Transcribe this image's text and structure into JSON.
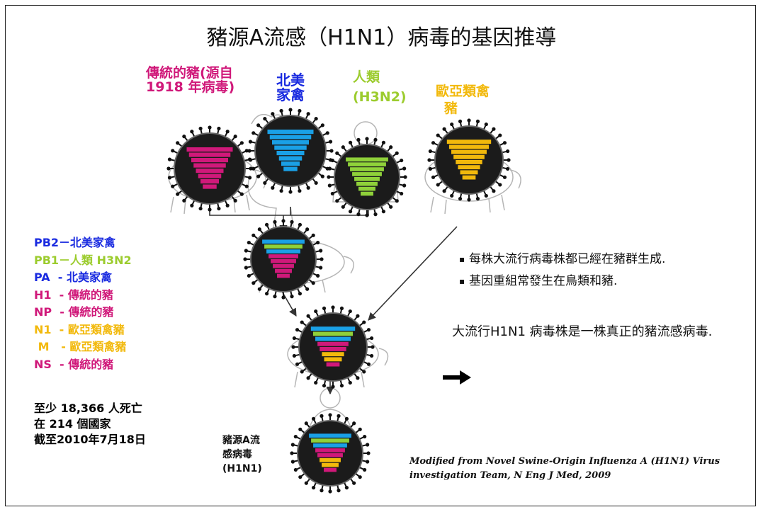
{
  "title": "豬源A流感（H1N1）病毒的基因推導",
  "sources": [
    {
      "lines": [
        "傳統的豬(源自",
        "1918 年病毒)"
      ],
      "color": "#d0197a"
    },
    {
      "lines": [
        "北美",
        "家禽"
      ],
      "color": "#1a2be0"
    },
    {
      "lines": [
        "人類",
        "(H3N2)"
      ],
      "color": "#9ccc2e"
    },
    {
      "lines": [
        "歐亞類禽",
        "豬"
      ],
      "color": "#f2b90c"
    }
  ],
  "segments": [
    {
      "text": "PB2－北美家禽",
      "color": "#1a2be0"
    },
    {
      "text": "PB1－人類 H3N2",
      "color": "#9ccc2e"
    },
    {
      "text": "PA  - 北美家禽",
      "color": "#1a2be0"
    },
    {
      "text": "H1  - 傳統的豬",
      "color": "#d0197a"
    },
    {
      "text": "NP  - 傳統的豬",
      "color": "#d0197a"
    },
    {
      "text": "N1  - 歐亞類禽豬",
      "color": "#f2b90c"
    },
    {
      "text": " M   - 歐亞類禽豬",
      "color": "#f2b90c"
    },
    {
      "text": "NS  - 傳統的豬",
      "color": "#d0197a"
    }
  ],
  "deaths": [
    "至少 18,366 人死亡",
    "在 214 個國家",
    "截至2010年7月18日"
  ],
  "bullets": [
    "每株大流行病毒株都已經在豬群生成.",
    "基因重組常發生在鳥類和豬."
  ],
  "pandemic_note": "大流行H1N1 病毒株是一株真正的豬流感病毒.",
  "result_label": [
    "豬源A流",
    "感病毒",
    "(H1N1)"
  ],
  "citation": "Modified from Novel Swine-Origin Influenza A (H1N1) Virus investigation Team, N Eng J Med, 2009",
  "colors": {
    "pink": "#d0197a",
    "blue": "#1aa0e6",
    "green": "#8fd13a",
    "yellow": "#f2b90c",
    "orange": "#f08a1a",
    "black": "#111111"
  }
}
